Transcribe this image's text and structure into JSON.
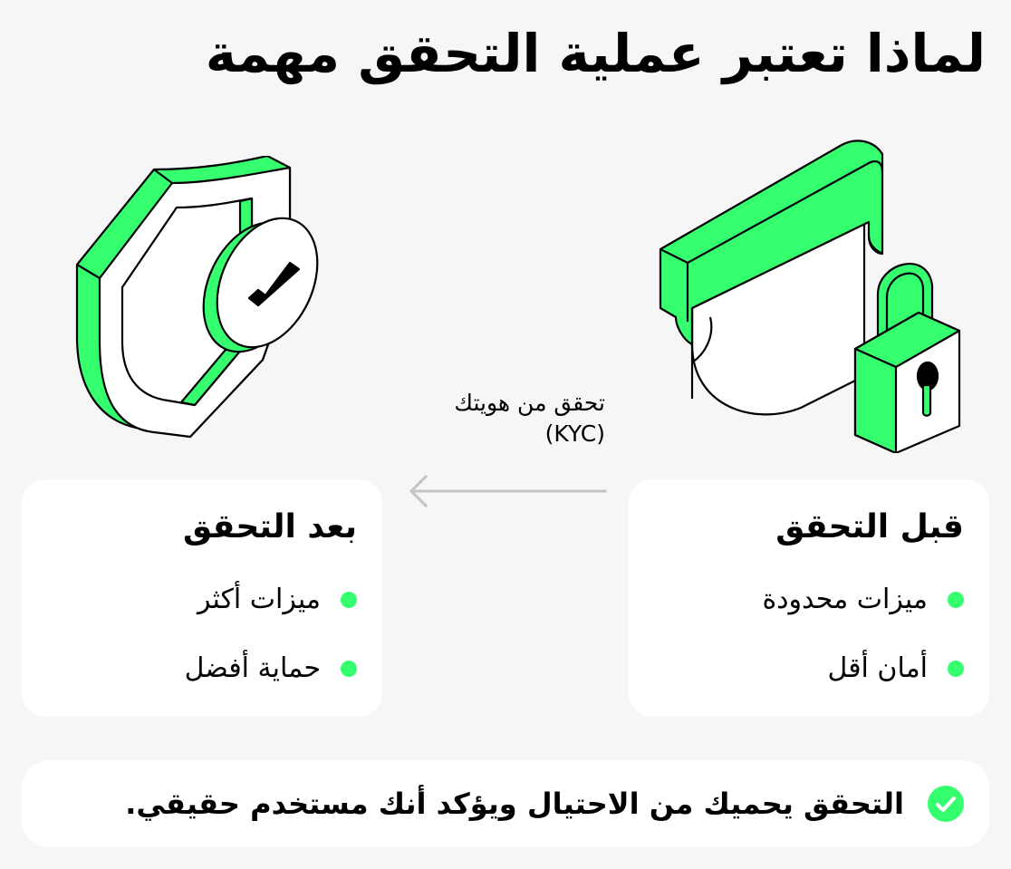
{
  "title": "لماذا تعتبر عملية التحقق مهمة",
  "colors": {
    "background": "#f6f6f6",
    "accent_green": "#36ff6f",
    "card": "#ffffff",
    "arrow": "#c4c4c4",
    "text": "#000000"
  },
  "illustrations": {
    "before": {
      "icon": "locked-card-padlock-icon"
    },
    "after": {
      "icon": "shield-checkmark-icon"
    }
  },
  "transition": {
    "label_line1": "تحقق من هويتك",
    "label_line2": "(KYC)",
    "arrow_icon": "arrow-left-icon"
  },
  "cards": {
    "before": {
      "heading": "قبل التحقق",
      "items": [
        {
          "label": "ميزات محدودة"
        },
        {
          "label": "أمان أقل"
        }
      ]
    },
    "after": {
      "heading": "بعد التحقق",
      "items": [
        {
          "label": "ميزات أكثر"
        },
        {
          "label": "حماية أفضل"
        }
      ]
    }
  },
  "footer": {
    "icon": "check-circle-icon",
    "text": "التحقق يحميك من الاحتيال ويؤكد أنك مستخدم حقيقي."
  }
}
